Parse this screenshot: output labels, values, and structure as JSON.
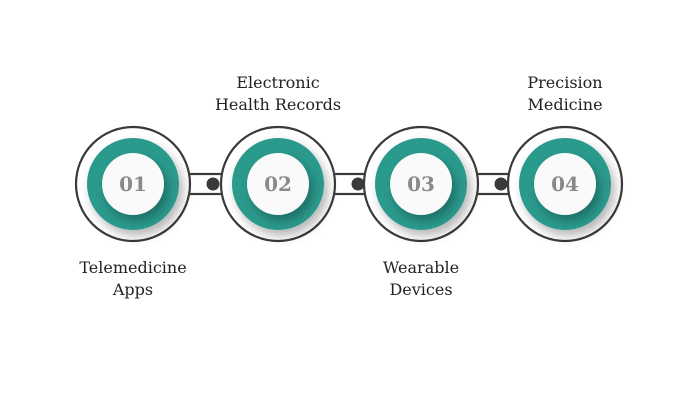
{
  "colors": {
    "teal": "#2c9a8c",
    "outline": "#3a3a3a",
    "number": "#8a8a8a",
    "disc": "#fafafa",
    "text": "#222222"
  },
  "steps": [
    {
      "number": "01",
      "label_lines": [
        "Telemedicine",
        "Apps"
      ],
      "label_position": "below"
    },
    {
      "number": "02",
      "label_lines": [
        "Electronic",
        "Health Records"
      ],
      "label_position": "above"
    },
    {
      "number": "03",
      "label_lines": [
        "Wearable",
        "Devices"
      ],
      "label_position": "below"
    },
    {
      "number": "04",
      "label_lines": [
        "Precision",
        "Medicine"
      ],
      "label_position": "above"
    }
  ]
}
